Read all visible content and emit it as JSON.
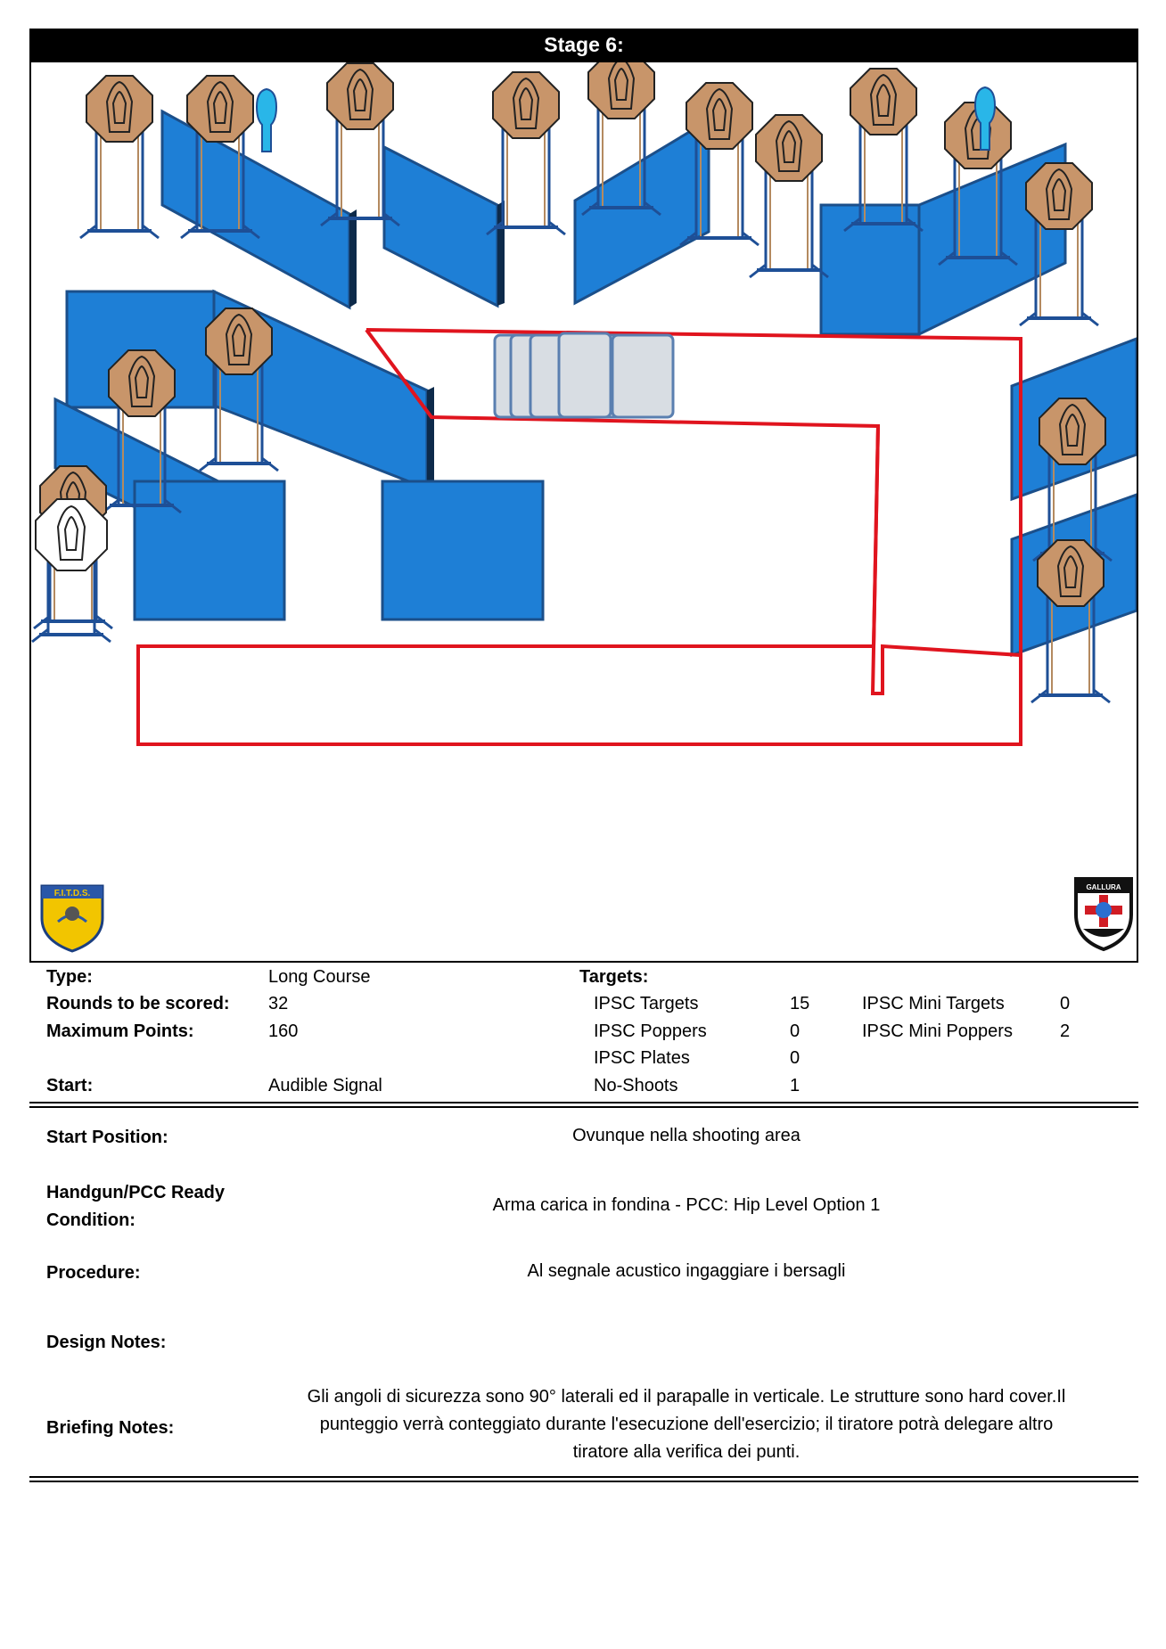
{
  "stage_title": "Stage 6:",
  "logos": {
    "left_text": "F.I.T.D.S.",
    "right_text": "GALLURA"
  },
  "info": {
    "type_label": "Type:",
    "type_value": "Long Course",
    "rounds_label": "Rounds to be scored:",
    "rounds_value": "32",
    "points_label": "Maximum Points:",
    "points_value": "160",
    "start_label": "Start:",
    "start_value": "Audible Signal"
  },
  "targets": {
    "label": "Targets:",
    "rows": [
      {
        "name": "IPSC Targets",
        "count": "15"
      },
      {
        "name": "IPSC Poppers",
        "count": "0"
      },
      {
        "name": "IPSC Plates",
        "count": "0"
      },
      {
        "name": "No-Shoots",
        "count": "1"
      }
    ],
    "mini_rows": [
      {
        "name": "IPSC Mini Targets",
        "count": "0"
      },
      {
        "name": "IPSC Mini Poppers",
        "count": "2"
      }
    ]
  },
  "details": {
    "start_position_label": "Start Position:",
    "start_position_value": "Ovunque nella shooting area",
    "ready_label_1": "Handgun/PCC Ready",
    "ready_label_2": "Condition:",
    "ready_value": "Arma carica in fondina - PCC: Hip Level Option 1",
    "procedure_label": "Procedure:",
    "procedure_value": "Al segnale acustico ingaggiare i bersagli",
    "design_label": "Design Notes:",
    "design_value": "",
    "briefing_label": "Briefing Notes:",
    "briefing_value": "Gli angoli di sicurezza sono 90° laterali ed il parapalle in verticale. Le strutture sono hard cover.Il punteggio verrà conteggiato durante l'esecuzione dell'esercizio; il tiratore potrà delegare altro tiratore alla verifica  dei punti."
  },
  "colors": {
    "wall": "#1e7fd6",
    "wall_dark": "#1b4f8a",
    "target": "#c8956a",
    "popper": "#29b6e8",
    "fault_line": "#e0141e"
  }
}
